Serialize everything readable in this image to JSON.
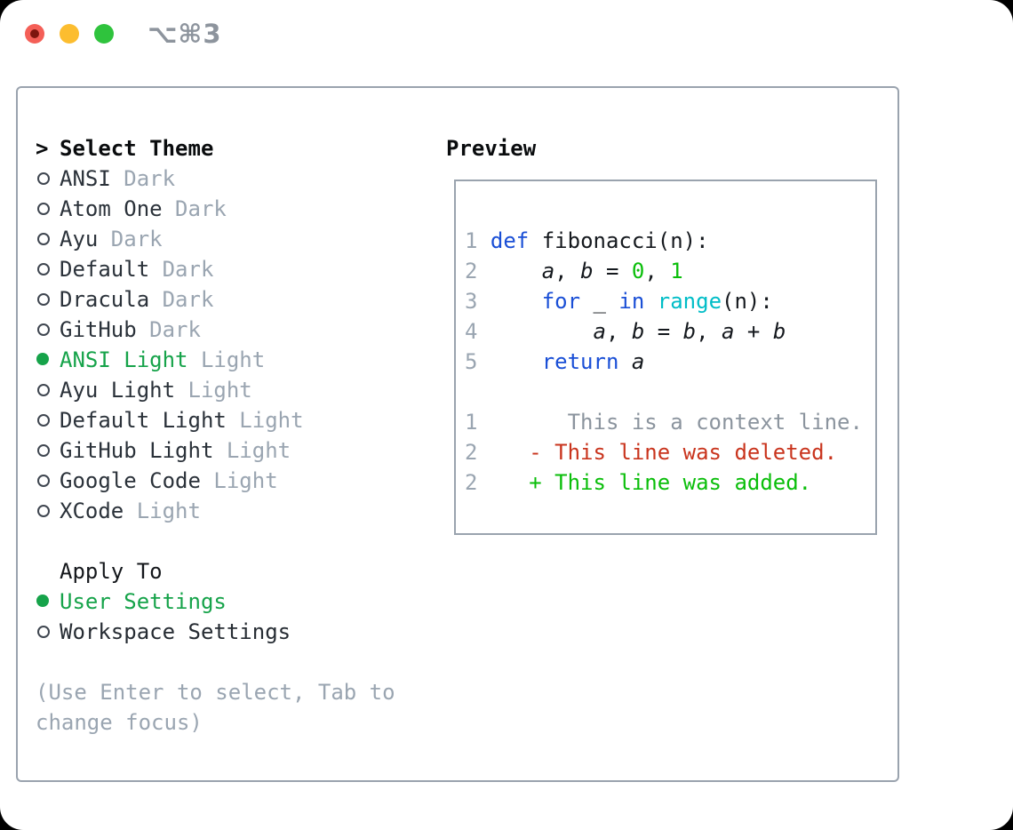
{
  "titlebar": {
    "shortcut": "⌥⌘3",
    "traffic_lights": [
      "close",
      "minimize",
      "zoom"
    ]
  },
  "theme_panel": {
    "caret": ">",
    "title": "Select Theme",
    "themes": [
      {
        "label": "ANSI",
        "variant": "Dark",
        "selected": false
      },
      {
        "label": "Atom One",
        "variant": "Dark",
        "selected": false
      },
      {
        "label": "Ayu",
        "variant": "Dark",
        "selected": false
      },
      {
        "label": "Default",
        "variant": "Dark",
        "selected": false
      },
      {
        "label": "Dracula",
        "variant": "Dark",
        "selected": false
      },
      {
        "label": "GitHub",
        "variant": "Dark",
        "selected": false
      },
      {
        "label": "ANSI Light",
        "variant": "Light",
        "selected": true
      },
      {
        "label": "Ayu Light",
        "variant": "Light",
        "selected": false
      },
      {
        "label": "Default Light",
        "variant": "Light",
        "selected": false
      },
      {
        "label": "GitHub Light",
        "variant": "Light",
        "selected": false
      },
      {
        "label": "Google Code",
        "variant": "Light",
        "selected": false
      },
      {
        "label": "XCode",
        "variant": "Light",
        "selected": false
      }
    ],
    "apply_to": {
      "title": "Apply To",
      "options": [
        {
          "label": "User Settings",
          "selected": true
        },
        {
          "label": "Workspace Settings",
          "selected": false
        }
      ]
    },
    "hint": "(Use Enter to select, Tab to change focus)"
  },
  "preview": {
    "title": "Preview",
    "lines": [
      {
        "tokens": [
          [
            "lnum",
            "1"
          ],
          [
            "plain",
            " "
          ],
          [
            "kw",
            "def"
          ],
          [
            "plain",
            " fibonacci(n):"
          ]
        ]
      },
      {
        "tokens": [
          [
            "lnum",
            "2"
          ],
          [
            "plain",
            "     "
          ],
          [
            "var",
            "a"
          ],
          [
            "plain",
            ", "
          ],
          [
            "var",
            "b"
          ],
          [
            "plain",
            " = "
          ],
          [
            "numlit",
            "0"
          ],
          [
            "plain",
            ", "
          ],
          [
            "numlit",
            "1"
          ]
        ]
      },
      {
        "tokens": [
          [
            "lnum",
            "3"
          ],
          [
            "plain",
            "     "
          ],
          [
            "kw",
            "for"
          ],
          [
            "plain",
            " _ "
          ],
          [
            "kw",
            "in"
          ],
          [
            "plain",
            " "
          ],
          [
            "builtin",
            "range"
          ],
          [
            "plain",
            "(n):"
          ]
        ]
      },
      {
        "tokens": [
          [
            "lnum",
            "4"
          ],
          [
            "plain",
            "         "
          ],
          [
            "var",
            "a"
          ],
          [
            "plain",
            ", "
          ],
          [
            "var",
            "b"
          ],
          [
            "plain",
            " = "
          ],
          [
            "var",
            "b"
          ],
          [
            "plain",
            ", "
          ],
          [
            "var",
            "a"
          ],
          [
            "plain",
            " + "
          ],
          [
            "var",
            "b"
          ]
        ]
      },
      {
        "tokens": [
          [
            "lnum",
            "5"
          ],
          [
            "plain",
            "     "
          ],
          [
            "kw",
            "return"
          ],
          [
            "plain",
            " "
          ],
          [
            "var",
            "a"
          ]
        ]
      },
      {
        "tokens": []
      },
      {
        "tokens": [
          [
            "lnum",
            "1"
          ],
          [
            "ctx",
            "       This is a context line."
          ]
        ]
      },
      {
        "tokens": [
          [
            "lnum",
            "2"
          ],
          [
            "plain",
            "    "
          ],
          [
            "del",
            "- This line was deleted."
          ]
        ]
      },
      {
        "tokens": [
          [
            "lnum",
            "2"
          ],
          [
            "plain",
            "    "
          ],
          [
            "add",
            "+ This line was added."
          ]
        ]
      }
    ]
  },
  "colors": {
    "ui_selected_green": "#16a34a",
    "diff_added_green": "#0abe0a",
    "diff_deleted_red": "#c9341d",
    "keyword_blue": "#1a4fd6",
    "builtin_cyan": "#00bdc7",
    "muted_gray": "#9aa5b1",
    "context_gray": "#8b949e",
    "border_gray": "#9aa3ae",
    "traffic_red": "#f45f57",
    "traffic_yellow": "#fcbd2f",
    "traffic_green": "#2fc33d"
  }
}
